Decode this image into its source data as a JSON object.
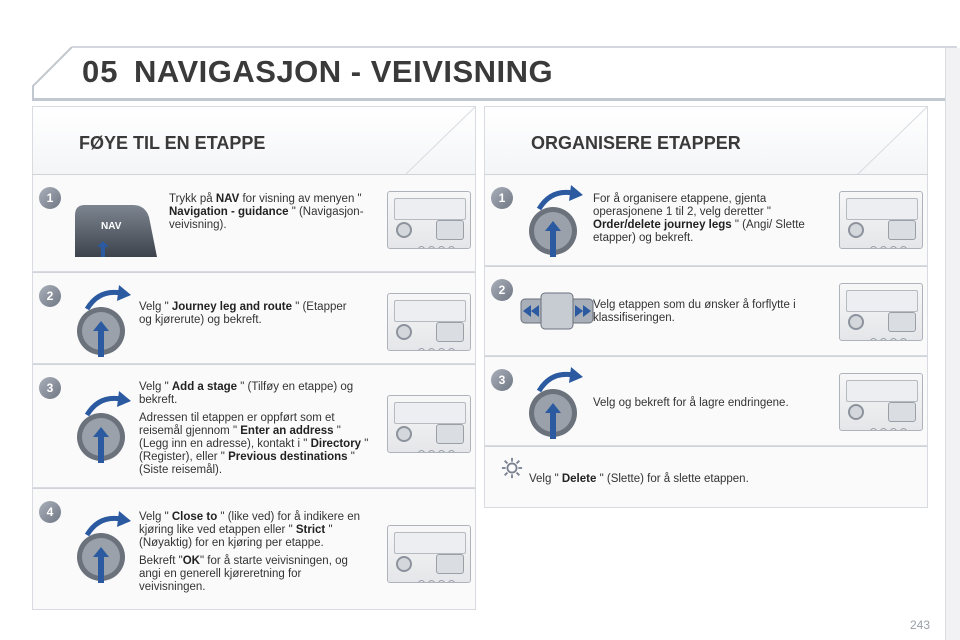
{
  "header": {
    "section_number": "05",
    "title": "NAVIGASJON - VEIVISNING"
  },
  "left": {
    "title": "FØYE TIL EN ETAPPE",
    "steps": [
      {
        "num": "1",
        "button_label": "NAV",
        "parts": [
          "Trykk på ",
          "NAV",
          " for visning av menyen \" ",
          "Navigation - guidance",
          " \" (Navigasjon-veivisning)."
        ]
      },
      {
        "num": "2",
        "parts": [
          "Velg \" ",
          "Journey leg and route",
          " \" (Etapper og kjørerute) og bekreft."
        ]
      },
      {
        "num": "3",
        "parts": [
          "Velg \" ",
          "Add a stage",
          " \" (Tilføy en etappe) og bekreft."
        ],
        "parts2": [
          "Adressen til etappen er oppført som et reisemål gjennom \" ",
          "Enter an address",
          " \" (Legg inn en adresse), kontakt i \" ",
          "Directory",
          " \" (Register), eller \" ",
          "Previous destinations",
          " \" (Siste reisemål)."
        ]
      },
      {
        "num": "4",
        "parts": [
          "Velg \" ",
          "Close to",
          " \" (like ved) for å indikere en kjøring like ved etappen eller \" ",
          "Strict",
          " \" (Nøyaktig) for en kjøring per etappe."
        ],
        "parts2": [
          "Bekreft \"",
          "OK",
          "\" for å starte veivisningen, og angi en generell kjøreretning for veivisningen."
        ]
      }
    ]
  },
  "right": {
    "title": "ORGANISERE ETAPPER",
    "steps": [
      {
        "num": "1",
        "parts": [
          "For å organisere etappene, gjenta operasjonene 1 til 2, velg deretter \" ",
          "Order/delete journey legs",
          " \" (Angi/ Slette etapper) og bekreft."
        ]
      },
      {
        "num": "2",
        "parts": [
          "Velg etappen som du ønsker å forflytte i klassifiseringen."
        ]
      },
      {
        "num": "3",
        "parts": [
          "Velg og bekreft for å lagre endringene."
        ]
      }
    ],
    "tip": {
      "parts": [
        "Velg \" ",
        "Delete",
        " \" (Slette) for å slette etappen."
      ]
    }
  },
  "page_number": "243",
  "colors": {
    "accent_blue": "#2b5aa0",
    "title_text": "#3a3a3a",
    "border": "#d8dbe0"
  },
  "icons": {
    "step_badge": "circle-number",
    "rotary": "rotary-knob-push-icon",
    "arrow": "curved-arrow-icon",
    "directional": "left-right-pad-icon",
    "tip": "settings-gear-icon"
  }
}
